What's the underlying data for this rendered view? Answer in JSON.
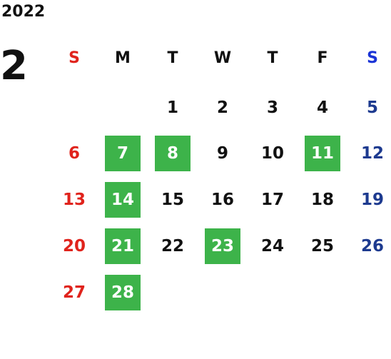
{
  "calendar": {
    "year": "2022",
    "month": "2",
    "weekdays": [
      "S",
      "M",
      "T",
      "W",
      "T",
      "F",
      "S"
    ],
    "first_weekday_index": 2,
    "days_in_month": 28,
    "highlighted_days": [
      7,
      8,
      11,
      14,
      21,
      23,
      28
    ],
    "colors": {
      "sunday": "#e0231c",
      "saturday_header": "#1a33d6",
      "saturday_day": "#1d3a8f",
      "weekday": "#111111",
      "highlight_bg": "#3db34a",
      "highlight_text": "#ffffff"
    }
  }
}
